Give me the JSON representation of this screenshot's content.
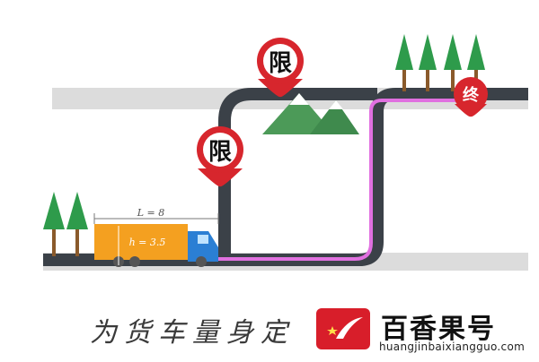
{
  "diagram": {
    "truck_length_label": "L = 8",
    "truck_height_label": "h = 3.5",
    "pins": [
      {
        "id": "limit-pin-upper",
        "text": "限",
        "kind": "limit"
      },
      {
        "id": "limit-pin-lower",
        "text": "限",
        "kind": "limit"
      },
      {
        "id": "end-pin",
        "text": "终",
        "kind": "end"
      }
    ],
    "caption": "为货车量身定",
    "colors": {
      "road": "#3b4148",
      "route": "#e070e0",
      "pin_red": "#d7262d",
      "tree": "#2e9b4b",
      "truck_box": "#f4a020",
      "truck_cab": "#2b7fd4",
      "mountain": "#4c9a58"
    }
  },
  "logo": {
    "name": "百香果号",
    "url": "huangjinbaixiangguo.com"
  }
}
